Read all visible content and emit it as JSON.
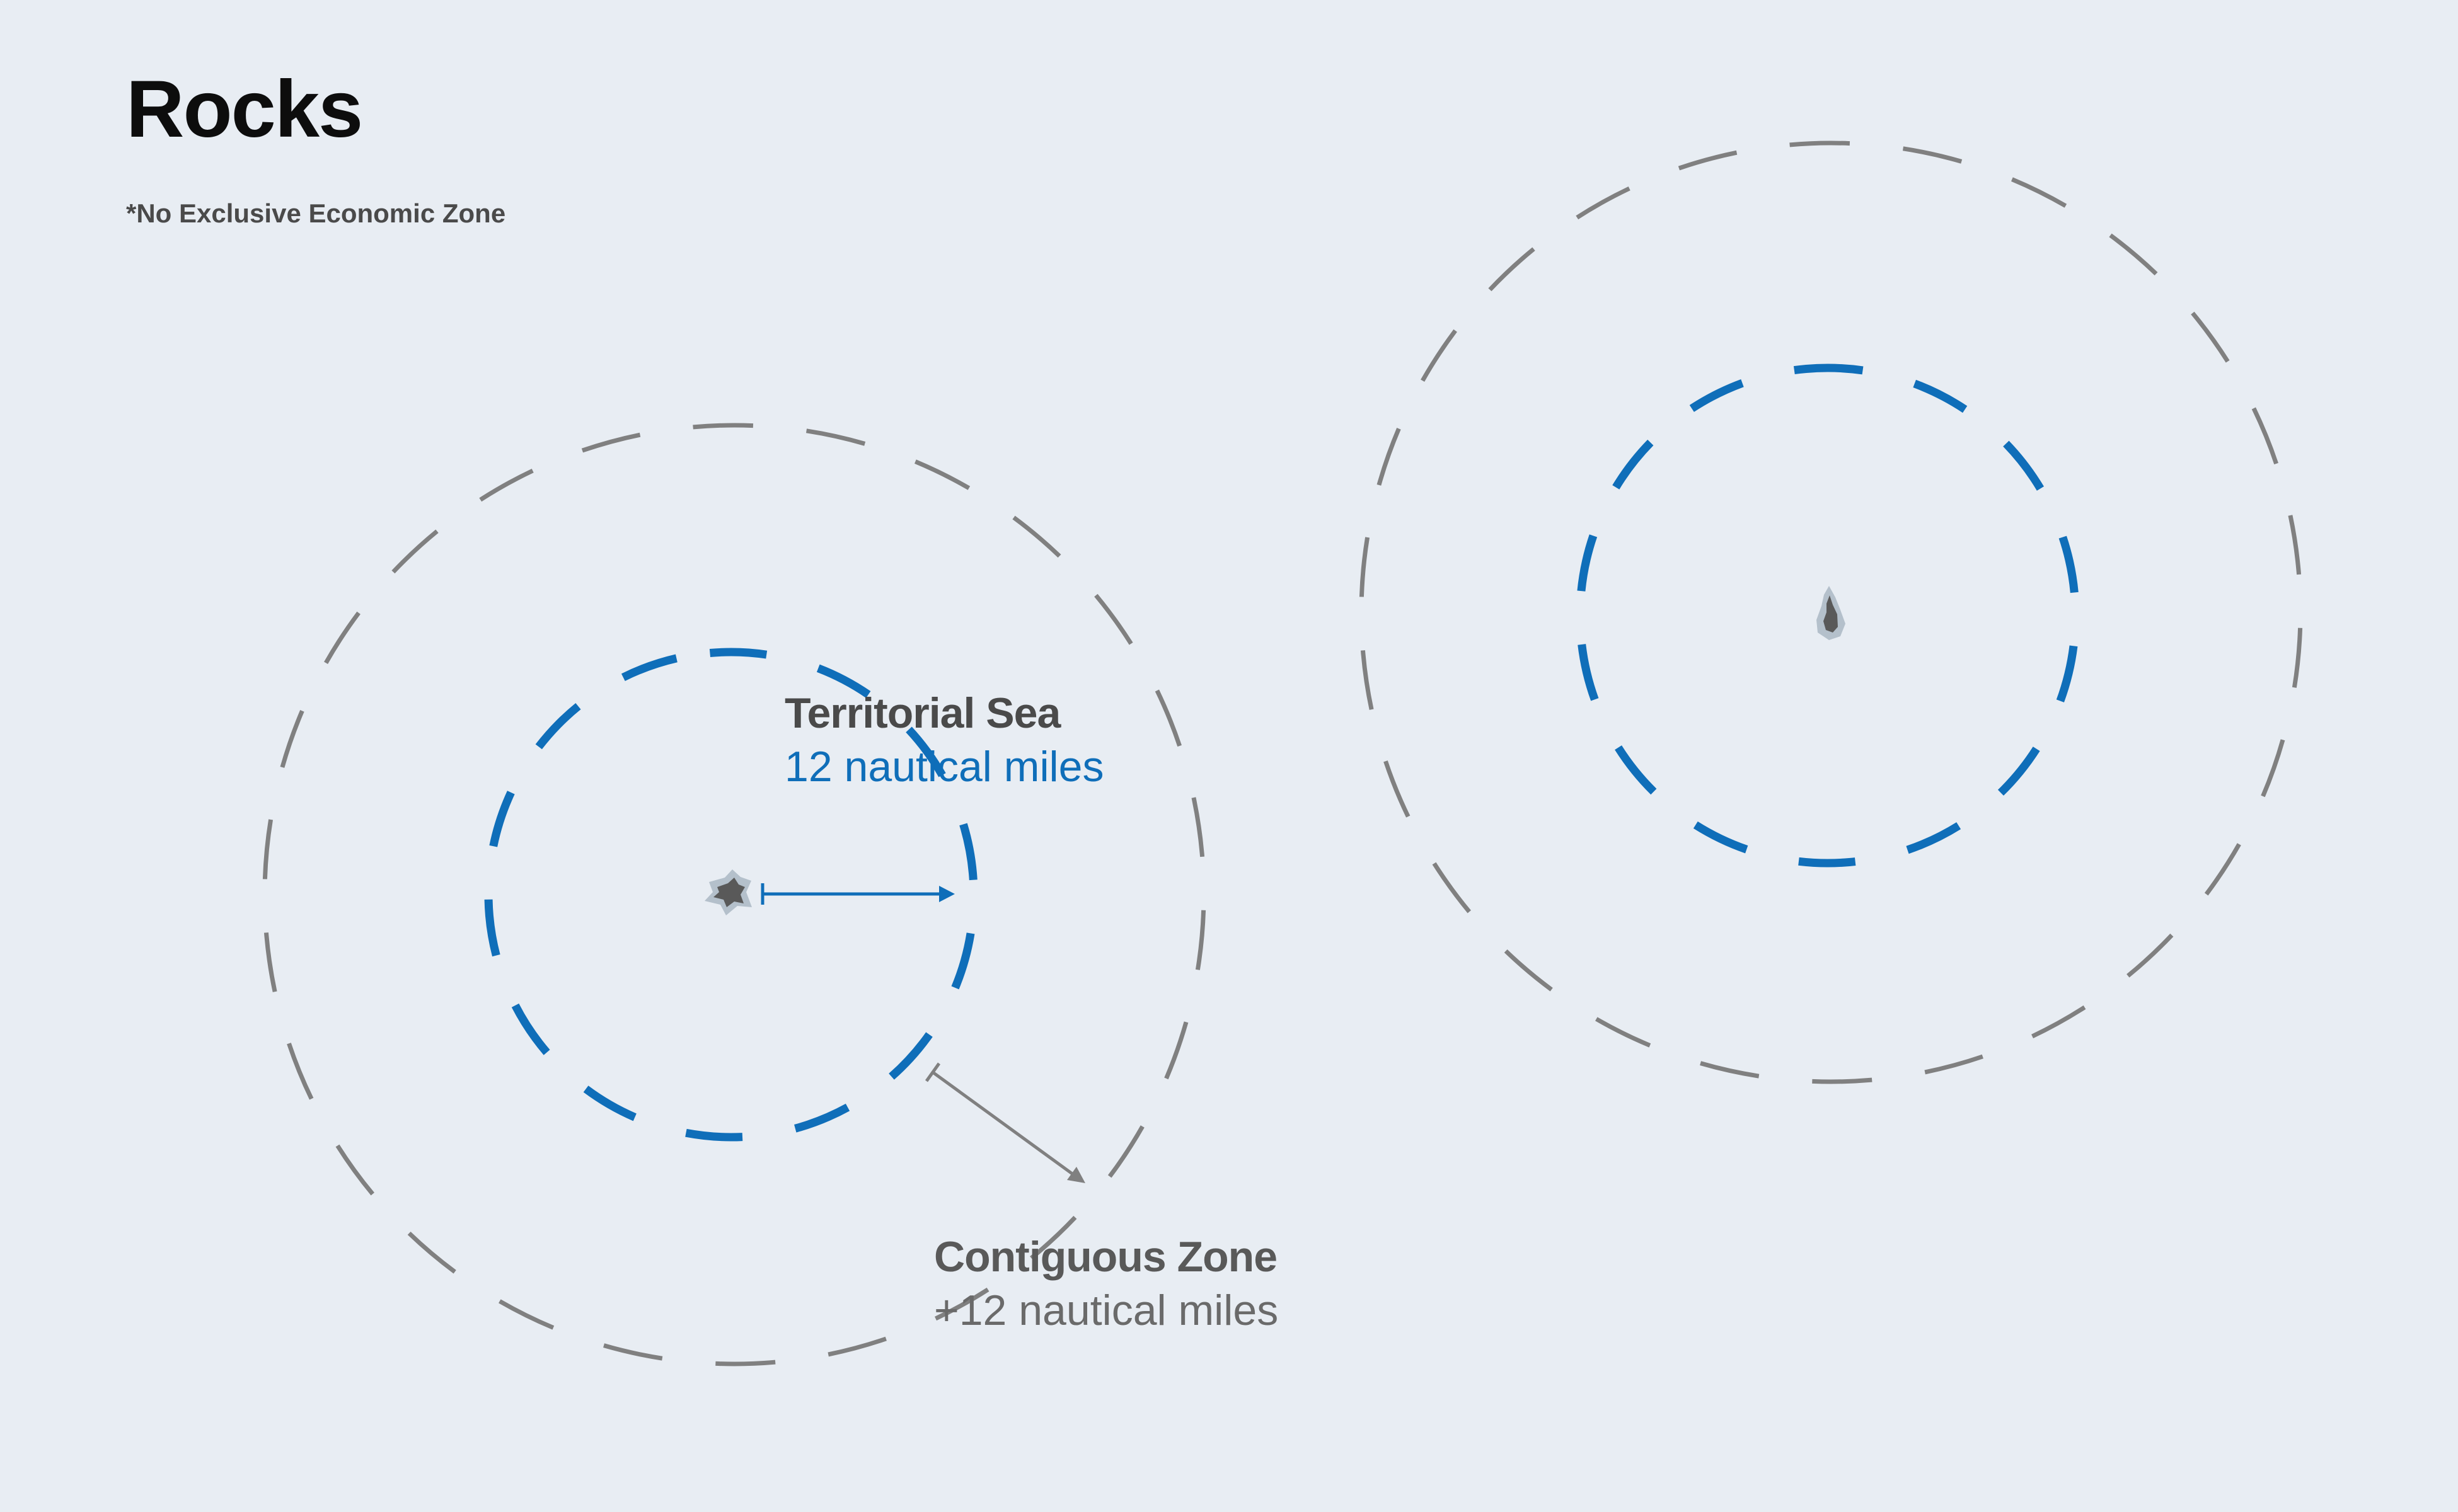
{
  "header": {
    "title": "Rocks",
    "subtitle": "*No Exclusive Economic Zone"
  },
  "labels": {
    "territorial_sea": {
      "name": "Territorial Sea",
      "distance": "12 nautical miles"
    },
    "contiguous_zone": {
      "name": "Contiguous Zone",
      "distance": "+12 nautical miles"
    }
  },
  "colors": {
    "background": "#e8edf3",
    "territorial_sea": "#0f6eb9",
    "contiguous_zone": "#808080",
    "rock": "#595959",
    "rock_halo": "#b4c0cb"
  },
  "icons": [
    "rock-icon"
  ]
}
